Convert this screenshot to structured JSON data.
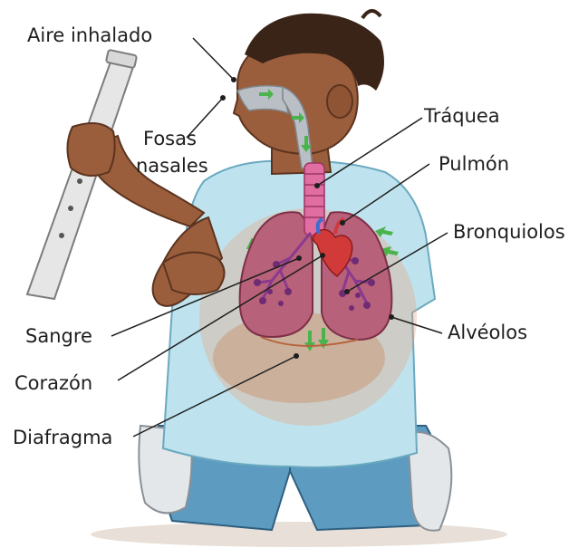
{
  "labels": {
    "aire": "Aire inhalado",
    "fosas_1": "Fosas",
    "fosas_2": "nasales",
    "traquea": "Tráquea",
    "pulmon": "Pulmón",
    "bronquiolos": "Bronquiolos",
    "alveolos": "Alvéolos",
    "sangre": "Sangre",
    "corazon": "Corazón",
    "diafragma": "Diafragma"
  },
  "colors": {
    "skin": "#9b5e3c",
    "hair": "#3a2418",
    "shirt": "#bfe3ee",
    "pants": "#5d9cc0",
    "lung": "#b8617a",
    "trachea": "#e06ea0",
    "heart": "#d23a3a",
    "leader_line": "#1e1e1e"
  }
}
